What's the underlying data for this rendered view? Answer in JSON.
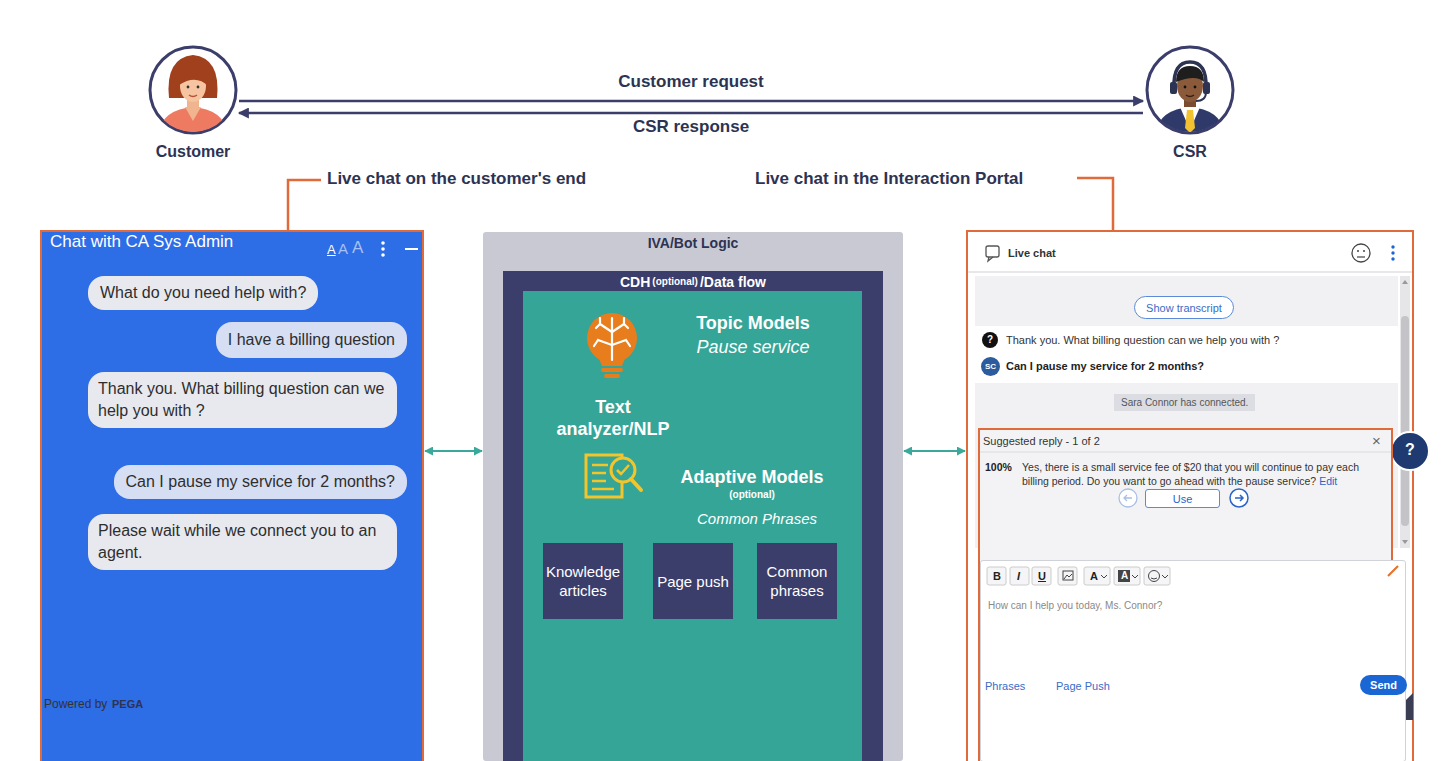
{
  "diagram": {
    "nodes": [
      {
        "text": [
          "Customer"
        ]
      },
      {
        "text": [
          "CSR"
        ]
      },
      {
        "text": [
          "Live chat on the customer's end"
        ]
      },
      {
        "text": [
          "Chat with CA Sys Admin"
        ],
        "in": 2
      },
      {
        "text": [
          "What do you need help with?"
        ],
        "in": 2
      },
      {
        "text": [
          "I have a billing question"
        ],
        "in": 2
      },
      {
        "text": [
          "Thank you. What billing question can we help you with ?"
        ],
        "in": 2
      },
      {
        "text": [
          "Can I pause my service for 2 months?"
        ],
        "in": 2
      },
      {
        "text": [
          "Please wait while we connect you to an agent."
        ],
        "in": 2
      },
      {
        "text": [
          "IVA/Bot Logic"
        ]
      },
      {
        "text": [
          "CDH",
          "(optional)",
          "/Data flow"
        ],
        "in": 9
      },
      {
        "text": [
          "Topic Models",
          "Pause service",
          "Text analyzer/NLP",
          "Adaptive Models",
          "(optional)",
          "Common Phrases"
        ],
        "in": 10
      },
      {
        "text": [
          "Knowledge articles"
        ],
        "in": 11
      },
      {
        "text": [
          "Page push"
        ],
        "in": 11
      },
      {
        "text": [
          "Common phrases"
        ],
        "in": 11
      },
      {
        "text": [
          "Live chat in the Interaction Portal",
          "Live chat"
        ]
      },
      {
        "text": [
          "Show transcript"
        ],
        "in": 15
      },
      {
        "text": [
          "SC"
        ],
        "in": 15
      },
      {
        "text": [
          "Sara Connor has connected."
        ],
        "in": 15
      },
      {
        "text": [
          "Suggested reply - 1 of 2",
          "100%",
          "Yes, there is a small service fee of $20 that you will continue to pay each billing period. Do you want to go ahead with the pause service?",
          "Edit"
        ],
        "in": 15
      },
      {
        "text": [
          "Use"
        ],
        "in": 19
      },
      {
        "text": [
          "How can I help you today, Ms. Connor?"
        ],
        "in": 15
      },
      {
        "text": [
          "Send"
        ],
        "in": 15
      }
    ],
    "edges": [
      {
        "from": 0,
        "to": 1,
        "label": "Customer request",
        "arrow": "to"
      },
      {
        "from": 1,
        "to": 0,
        "label": "CSR response",
        "arrow": "to"
      },
      {
        "from": 2,
        "to": 9,
        "arrow": "both"
      },
      {
        "from": 9,
        "to": 15,
        "arrow": "both"
      }
    ],
    "labels": [
      "A",
      "A",
      "A",
      "Powered by",
      "PEGA",
      "?",
      "Thank you. What billing question can we help you with ?",
      "Can I pause my service for 2 months?",
      "×",
      "?",
      "B",
      "I",
      "U",
      "A",
      "A",
      "Phrases",
      "Page Push"
    ]
  }
}
